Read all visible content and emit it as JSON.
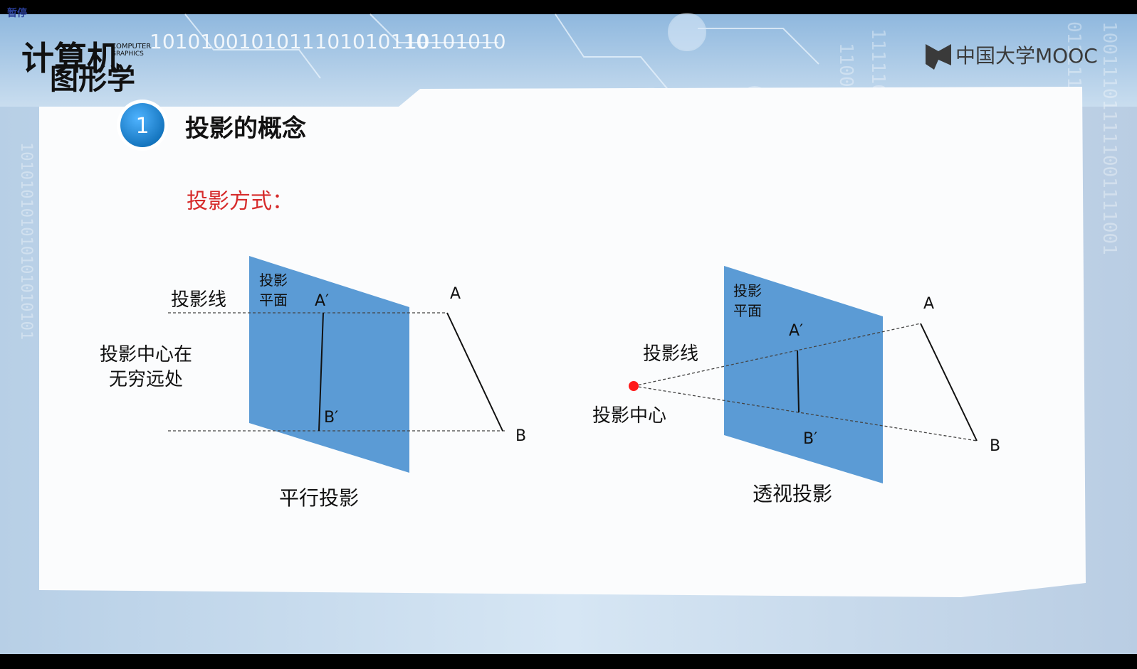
{
  "player": {
    "pause_label": "暂停"
  },
  "course": {
    "logo_line1": "计算机",
    "logo_line2": "图形学",
    "logo_sub1": "COMPUTER",
    "logo_sub2": "GRAPHICS",
    "binary_top_1": "1010100101011101010110",
    "binary_top_2": "10101010"
  },
  "brand": {
    "name": "中国大学MOOC"
  },
  "slide": {
    "section_number": "1",
    "section_title": "投影的概念",
    "subheading": "投影方式："
  },
  "diagram_parallel": {
    "plane_label_line1": "投影",
    "plane_label_line2": "平面",
    "projector_label": "投影线",
    "center_label_line1": "投影中心在",
    "center_label_line2": "无穷远处",
    "point_a": "A",
    "point_b": "B",
    "point_a_prime": "A′",
    "point_b_prime": "B′",
    "caption": "平行投影"
  },
  "diagram_perspective": {
    "plane_label_line1": "投影",
    "plane_label_line2": "平面",
    "projector_label": "投影线",
    "center_label": "投影中心",
    "point_a": "A",
    "point_b": "B",
    "point_a_prime": "A′",
    "point_b_prime": "B′",
    "caption": "透视投影"
  },
  "colors": {
    "plane_fill": "#5b9bd5",
    "subheading": "#d62b2b",
    "section_circle": "#1b88d6",
    "center_point": "#ff1a1a",
    "text": "#111111"
  }
}
